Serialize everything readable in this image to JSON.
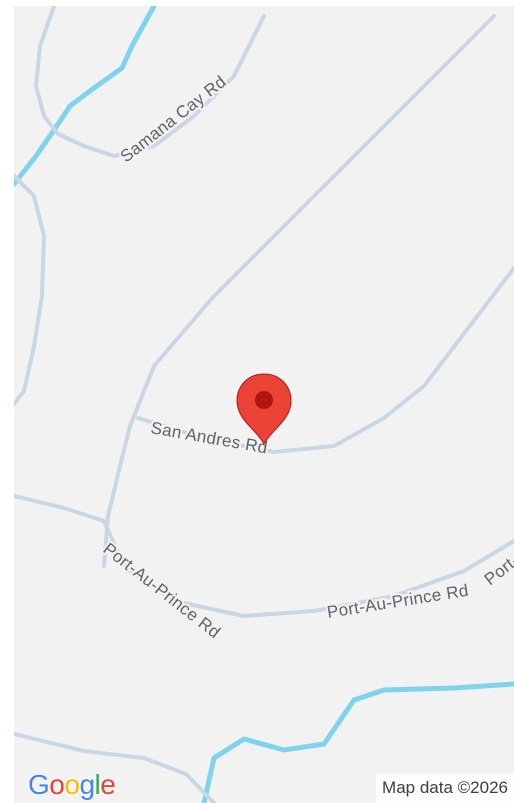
{
  "map": {
    "roads": [
      "Samana Cay Rd",
      "San Andres Rd",
      "Port-Au-Prince Rd",
      "Port-Au-Prince Rd",
      "Port-Au-Prince Rd"
    ],
    "attribution": "Map data ©2026",
    "logo": {
      "letters": [
        "G",
        "o",
        "o",
        "g",
        "l",
        "e"
      ],
      "colors": [
        "#4285F4",
        "#EA4335",
        "#FBBC05",
        "#4285F4",
        "#34A853",
        "#EA4335"
      ]
    },
    "marker": {
      "color": "#EA4335",
      "dot_color": "#B31412"
    },
    "colors": {
      "background": "#f2f2f2",
      "road": "#c9d6e3",
      "water": "#7fd3ec"
    }
  }
}
